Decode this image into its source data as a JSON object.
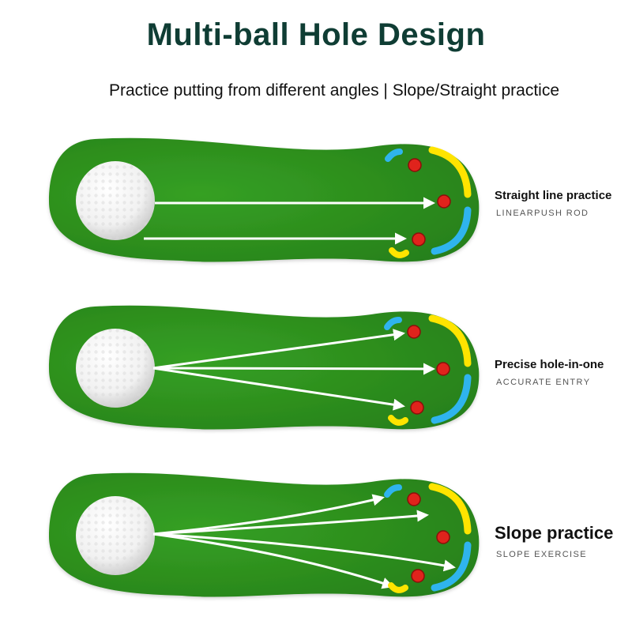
{
  "header": {
    "title": "Multi-ball Hole Design",
    "subtitle": "Practice putting from different angles | Slope/Straight practice"
  },
  "colors": {
    "mat_green": "#2f8f1f",
    "mat_edge": "#3aa327",
    "title_color": "#0f3d34",
    "hole_red": "#e0231c",
    "yellow_marker": "#ffe400",
    "blue_marker": "#2fb4ee"
  },
  "panels": [
    {
      "label": "Straight line practice",
      "sublabel": "LINEARPUSH ROD"
    },
    {
      "label": "Precise hole-in-one",
      "sublabel": "ACCURATE  ENTRY"
    },
    {
      "label": "Slope practice",
      "sublabel": "SLOPE EXERCISE"
    }
  ]
}
